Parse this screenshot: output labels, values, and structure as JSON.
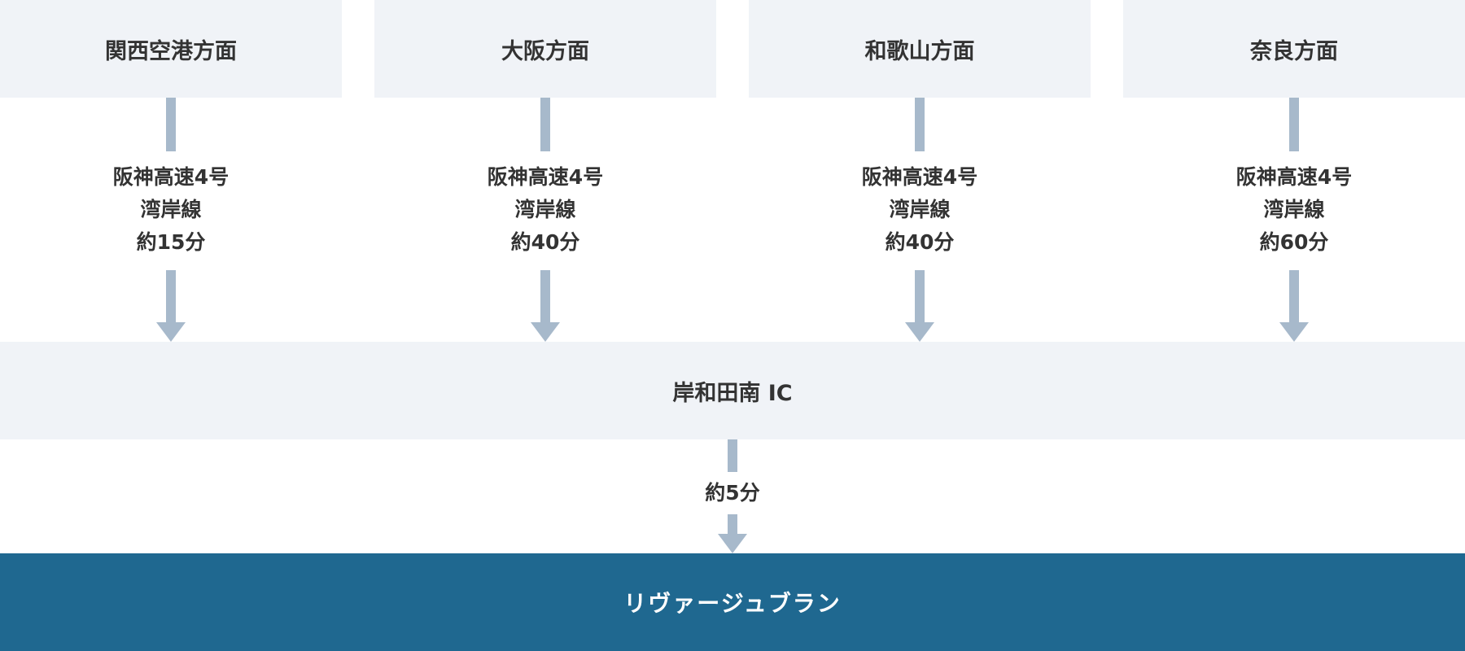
{
  "colors": {
    "box_background": "#f0f3f7",
    "arrow": "#a7b9cb",
    "destination_background": "#1f6890",
    "text": "#333333",
    "destination_text": "#ffffff"
  },
  "origins": [
    {
      "label": "関西空港方面",
      "route_line1": "阪神高速4号",
      "route_line2": "湾岸線",
      "time": "約15分"
    },
    {
      "label": "大阪方面",
      "route_line1": "阪神高速4号",
      "route_line2": "湾岸線",
      "time": "約40分"
    },
    {
      "label": "和歌山方面",
      "route_line1": "阪神高速4号",
      "route_line2": "湾岸線",
      "time": "約40分"
    },
    {
      "label": "奈良方面",
      "route_line1": "阪神高速4号",
      "route_line2": "湾岸線",
      "time": "約60分"
    }
  ],
  "interchange": {
    "label": "岸和田南 IC"
  },
  "final_leg": {
    "time": "約5分"
  },
  "destination": {
    "label": "リヴァージュブラン"
  }
}
